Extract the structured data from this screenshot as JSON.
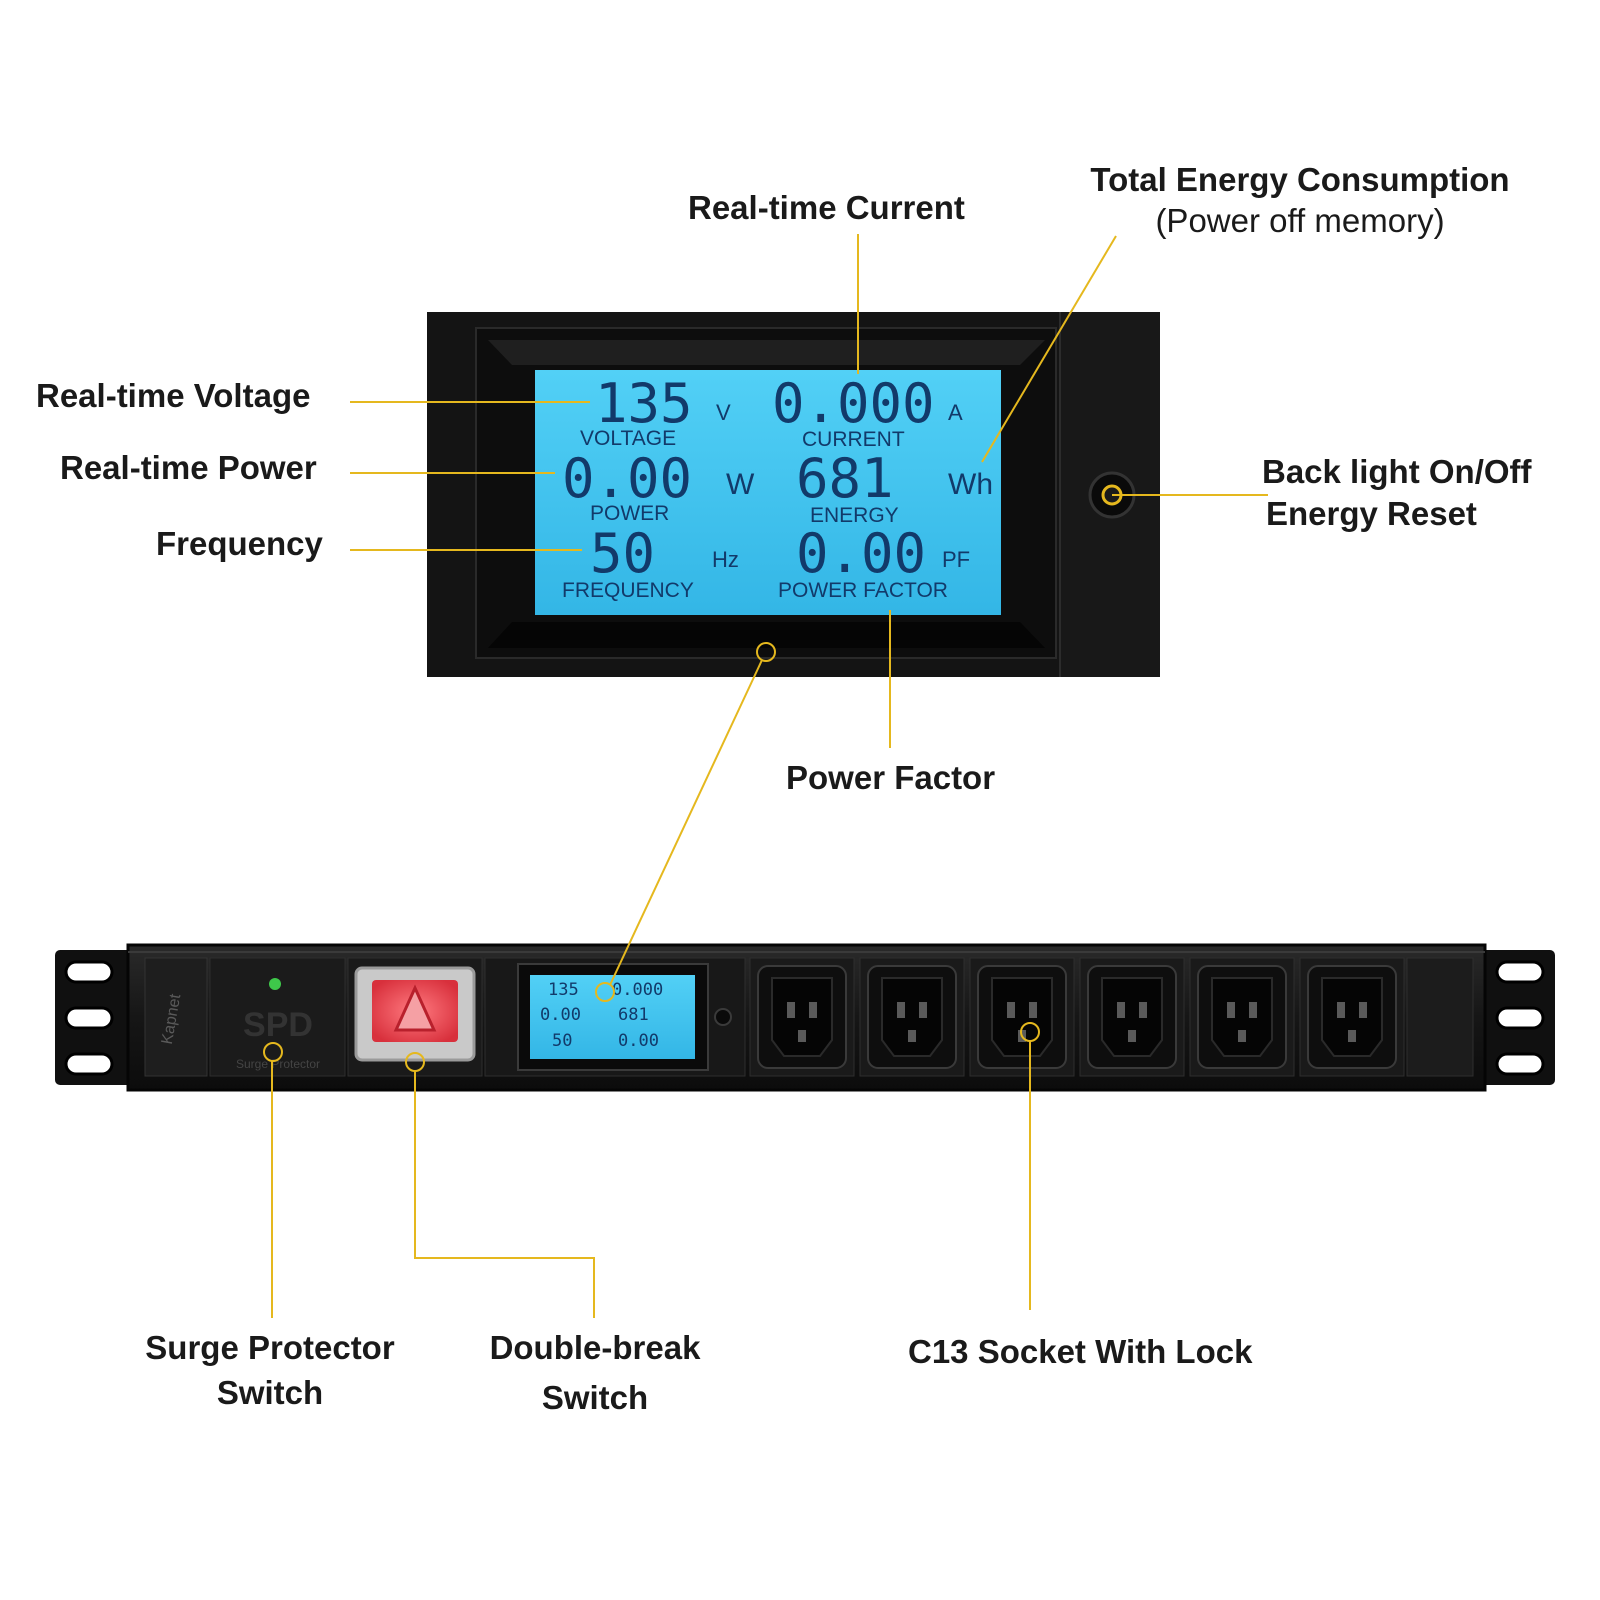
{
  "callouts": {
    "realtime_current": "Real-time Current",
    "total_energy_title": "Total Energy Consumption",
    "total_energy_sub": "(Power off memory)",
    "realtime_voltage": "Real-time Voltage",
    "realtime_power": "Real-time Power",
    "frequency": "Frequency",
    "backlight_line1": "Back light On/Off",
    "backlight_line2": "Energy Reset",
    "power_factor": "Power Factor",
    "surge_line1": "Surge Protector",
    "surge_line2": "Switch",
    "doublebreak_line1": "Double-break",
    "doublebreak_line2": "Switch",
    "c13": "C13 Socket With Lock"
  },
  "lcd": {
    "voltage_value": "135",
    "voltage_unit": "V",
    "voltage_caption": "VOLTAGE",
    "current_value": "0.000",
    "current_unit": "A",
    "current_caption": "CURRENT",
    "power_value": "0.00",
    "power_unit": "W",
    "power_caption": "POWER",
    "energy_value": "681",
    "energy_unit": "Wh",
    "energy_caption": "ENERGY",
    "frequency_value": "50",
    "frequency_unit": "Hz",
    "frequency_caption": "FREQUENCY",
    "pf_value": "0.00",
    "pf_unit": "PF",
    "pf_caption": "POWER FACTOR"
  },
  "strip": {
    "brand": "Kapnet",
    "spd_label": "SPD",
    "surge_label": "Surge Protector",
    "socket_count": 6
  },
  "colors": {
    "leader": "#e5b81e",
    "lcd_background": "#3fc3ee",
    "panel": "#141414",
    "spd_led": "#3ec84a",
    "switch_red": "#e8404a"
  }
}
